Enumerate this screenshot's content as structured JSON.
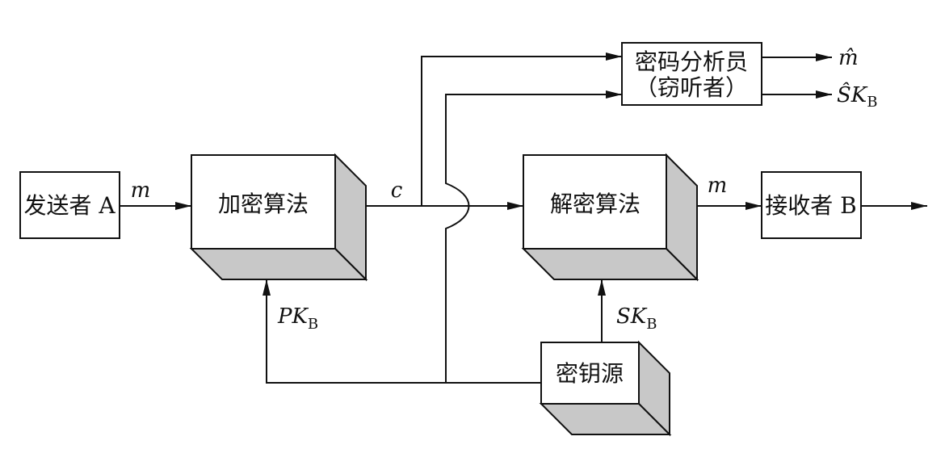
{
  "nodes": {
    "sender": "发送者 A",
    "encrypt": "加密算法",
    "decrypt": "解密算法",
    "receiver": "接收者 B",
    "analyst_line1": "密码分析员",
    "analyst_line2": "（窃听者）",
    "key_source": "密钥源"
  },
  "labels": {
    "m_in": "m",
    "c": "c",
    "m_out": "m",
    "m_hat": "m̂",
    "sk_hat": "ŜK",
    "sk_hat_sub": "B",
    "pk": "PK",
    "pk_sub": "B",
    "sk": "SK",
    "sk_sub": "B"
  }
}
